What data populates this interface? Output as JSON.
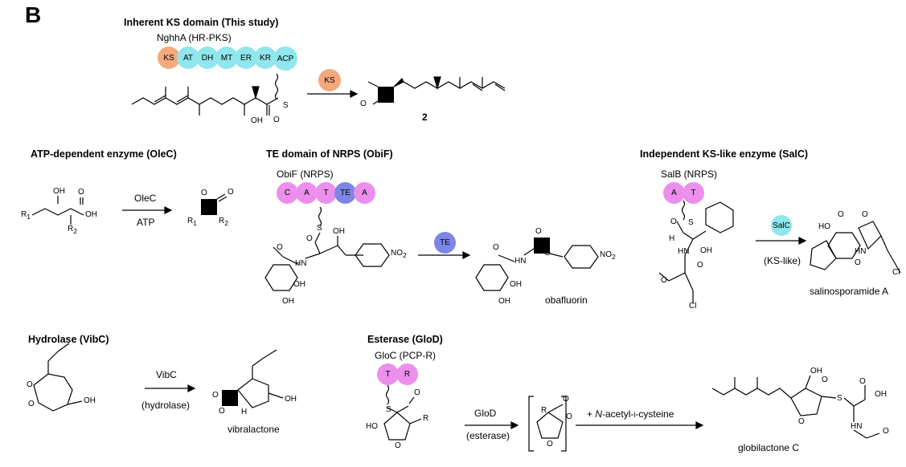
{
  "panel_label": "B",
  "section1": {
    "title": "Inherent KS domain (This study)",
    "protein": "NghhA (HR-PKS)",
    "domains": [
      "KS",
      "AT",
      "DH",
      "MT",
      "ER",
      "KR",
      "ACP"
    ],
    "enzyme": "KS",
    "atoms": {
      "oh": "OH",
      "o": "O",
      "s": "S"
    },
    "product_label": "2"
  },
  "section2": {
    "title": "ATP-dependent enzyme (OleC)",
    "enzyme": "OleC",
    "cofactor": "ATP",
    "atoms": {
      "oh": "OH",
      "o": "O",
      "r1": "R",
      "r1_sub": "1",
      "r2": "R",
      "r2_sub": "2"
    }
  },
  "section3": {
    "title": "TE domain of NRPS (ObiF)",
    "protein": "ObiF (NRPS)",
    "domains": [
      "C",
      "A",
      "T",
      "TE",
      "A"
    ],
    "enzyme": "TE",
    "atoms": {
      "s": "S",
      "o": "O",
      "oh": "OH",
      "nh": "H",
      "n": "N",
      "no2": "NO",
      "no2_sub": "2"
    },
    "product_label": "obafluorin"
  },
  "section4": {
    "title": "Independent KS-like enzyme (SalC)",
    "protein": "SalB (NRPS)",
    "domains": [
      "A",
      "T"
    ],
    "enzyme": "SalC",
    "condition": "(KS-like)",
    "atoms": {
      "s": "S",
      "o": "O",
      "h": "H",
      "n": "N",
      "oh": "OH",
      "ho": "HO",
      "hn": "HN",
      "cl": "Cl"
    },
    "product_label": "salinosporamide A"
  },
  "section5": {
    "title": "Hydrolase (VibC)",
    "enzyme": "VibC",
    "condition": "(hydrolase)",
    "atoms": {
      "o": "O",
      "oh": "OH",
      "h": "H"
    },
    "product_label": "vibralactone"
  },
  "section6": {
    "title": "Esterase (GloD)",
    "protein": "GloC (PCP-R)",
    "domains": [
      "T",
      "R"
    ],
    "enzyme1": "GloD",
    "condition1": "(esterase)",
    "reagent_prefix": "+ ",
    "reagent_italic": "N",
    "reagent_rest": "-acetyl-",
    "reagent_sc": "l",
    "reagent_end": "-cysteine",
    "atoms": {
      "s": "S",
      "o": "O",
      "ho": "HO",
      "r": "R",
      "oh": "OH",
      "h": "H",
      "n": "N"
    },
    "product_label": "globilactone C"
  }
}
